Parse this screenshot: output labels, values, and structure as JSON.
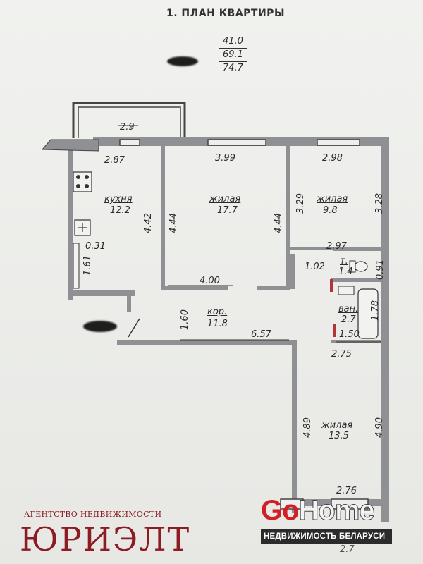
{
  "title": "1. ПЛАН КВАРТИРЫ",
  "areas": {
    "living": "41.0",
    "total": "69.1",
    "total_with_balcony": "74.7"
  },
  "rooms": [
    {
      "name": "кухня",
      "area": "12.2"
    },
    {
      "name": "жилая",
      "area": "17.7"
    },
    {
      "name": "жилая",
      "area": "9.8"
    },
    {
      "name": "т.",
      "area": "1.4"
    },
    {
      "name": "ван.",
      "area": "2.7"
    },
    {
      "name": "кор.",
      "area": "11.8"
    },
    {
      "name": "жилая",
      "area": "13.5"
    }
  ],
  "dimensions": {
    "balcony_top": "2.9",
    "balcony_side": "2.87",
    "living1_top": "3.99",
    "living2_top": "2.98",
    "kitchen_h": "4.42",
    "living1_left": "4.44",
    "living1_right": "4.44",
    "living2_left": "3.29",
    "living2_right": "3.28",
    "kitchen_small": "0.31",
    "kitchen_low": "1.61",
    "living1_bottom": "4.00",
    "toilet_w": "2.97",
    "closet": "1.02",
    "toilet_h": "0.91",
    "bath_h": "1.78",
    "bath_w": "1.50",
    "corridor_h": "1.60",
    "corridor_w": "6.57",
    "bath_bottom": "2.75",
    "living3_left": "4.89",
    "living3_right": "4.90",
    "living3_bottom": "2.76",
    "bottom_cut": "2.7"
  },
  "branding": {
    "agency_small": "АГЕНТСТВО НЕДВИЖИМОСТИ",
    "agency_big": "ЮРИЭЛТ",
    "gohome_go": "Go",
    "gohome_home": "Home",
    "gohome_sub": "НЕДВИЖИМОСТЬ БЕЛАРУСИ",
    "color_agency": "#8c1b23",
    "color_go": "#d11f26"
  }
}
